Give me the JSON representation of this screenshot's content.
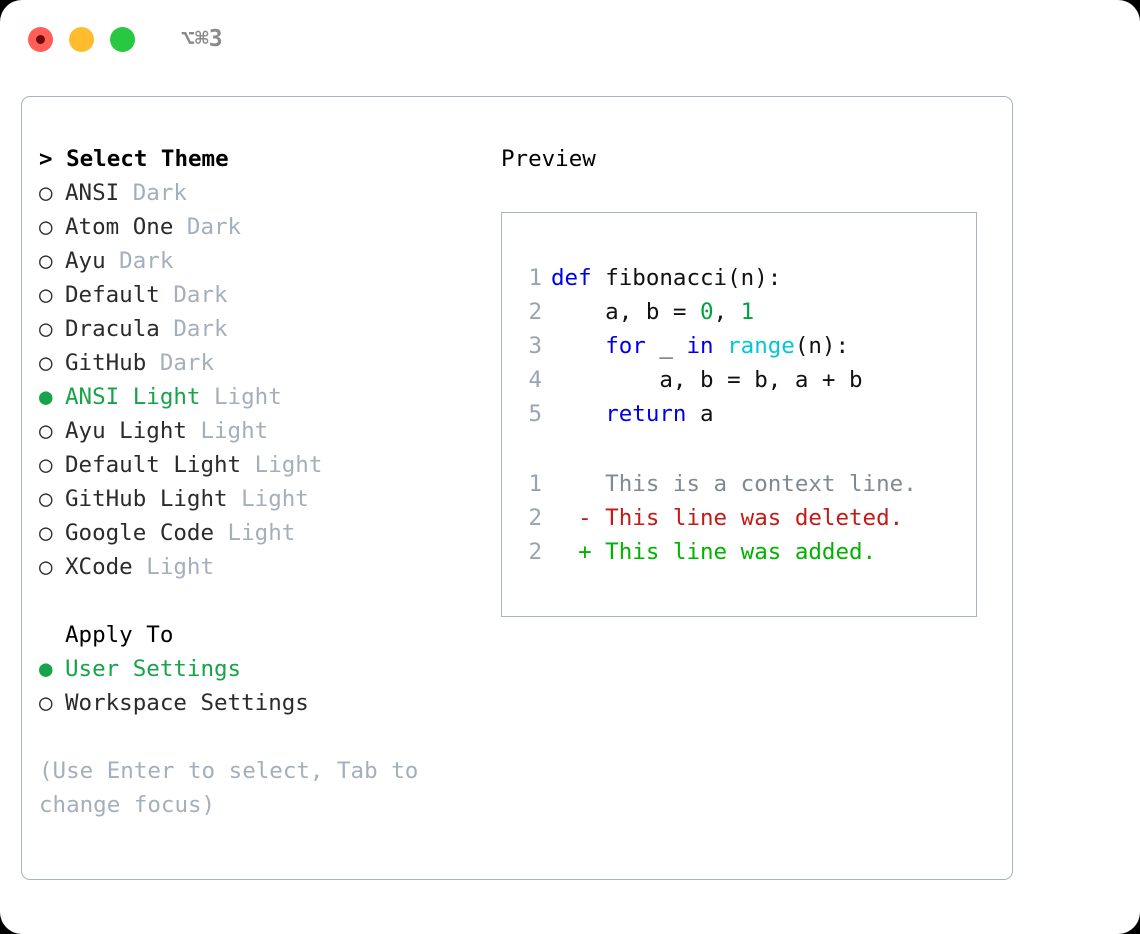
{
  "window": {
    "traffic_lights": [
      "close-red",
      "minimize-yellow",
      "maximize-green"
    ],
    "shortcut": "⌥⌘3",
    "colors": {
      "red": "#ff5f57",
      "yellow": "#febc2e",
      "green": "#28c840",
      "accent_green": "#16a34a",
      "muted_gray": "#a5afbb",
      "border": "#aab4c1"
    }
  },
  "theme_picker": {
    "header": "> Select Theme",
    "bullet_selected": "●",
    "bullet_unselected": "○",
    "items": [
      {
        "name": "ANSI",
        "kind": "Dark",
        "selected": false
      },
      {
        "name": "Atom One",
        "kind": "Dark",
        "selected": false
      },
      {
        "name": "Ayu",
        "kind": "Dark",
        "selected": false
      },
      {
        "name": "Default",
        "kind": "Dark",
        "selected": false
      },
      {
        "name": "Dracula",
        "kind": "Dark",
        "selected": false
      },
      {
        "name": "GitHub",
        "kind": "Dark",
        "selected": false
      },
      {
        "name": "ANSI Light",
        "kind": "Light",
        "selected": true
      },
      {
        "name": "Ayu Light",
        "kind": "Light",
        "selected": false
      },
      {
        "name": "Default Light",
        "kind": "Light",
        "selected": false
      },
      {
        "name": "GitHub Light",
        "kind": "Light",
        "selected": false
      },
      {
        "name": "Google Code",
        "kind": "Light",
        "selected": false
      },
      {
        "name": "XCode",
        "kind": "Light",
        "selected": false
      }
    ]
  },
  "apply_to": {
    "header": "Apply To",
    "items": [
      {
        "label": "User Settings",
        "selected": true
      },
      {
        "label": "Workspace Settings",
        "selected": false
      }
    ]
  },
  "hint": "(Use Enter to select, Tab to change focus)",
  "preview": {
    "title": "Preview",
    "code": [
      {
        "ln": "1",
        "tokens": [
          {
            "t": "def ",
            "c": "kw"
          },
          {
            "t": "fibonacci(n):",
            "c": "pl"
          }
        ]
      },
      {
        "ln": "2",
        "tokens": [
          {
            "t": "    a, b = ",
            "c": "pl"
          },
          {
            "t": "0",
            "c": "num"
          },
          {
            "t": ", ",
            "c": "pl"
          },
          {
            "t": "1",
            "c": "num"
          }
        ]
      },
      {
        "ln": "3",
        "tokens": [
          {
            "t": "    ",
            "c": "pl"
          },
          {
            "t": "for",
            "c": "kw"
          },
          {
            "t": " _ ",
            "c": "pl"
          },
          {
            "t": "in",
            "c": "kw"
          },
          {
            "t": " ",
            "c": "pl"
          },
          {
            "t": "range",
            "c": "bi"
          },
          {
            "t": "(n):",
            "c": "pl"
          }
        ]
      },
      {
        "ln": "4",
        "tokens": [
          {
            "t": "        a, b = b, a + b",
            "c": "pl"
          }
        ]
      },
      {
        "ln": "5",
        "tokens": [
          {
            "t": "    ",
            "c": "pl"
          },
          {
            "t": "return",
            "c": "kw"
          },
          {
            "t": " a",
            "c": "pl"
          }
        ]
      }
    ],
    "diff": [
      {
        "ln": "1",
        "marker": " ",
        "text": "This is a context line.",
        "kind": "context"
      },
      {
        "ln": "2",
        "marker": "-",
        "text": "This line was deleted.",
        "kind": "deleted"
      },
      {
        "ln": "2",
        "marker": "+",
        "text": "This line was added.",
        "kind": "added"
      }
    ]
  }
}
